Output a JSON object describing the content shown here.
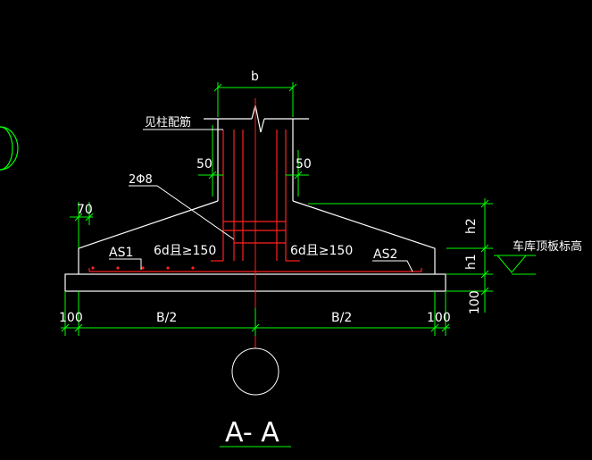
{
  "colors": {
    "background": "#000000",
    "outline": "#ffffff",
    "dimension": "#00ff00",
    "rebar": "#ff2020",
    "leader": "#ffffff"
  },
  "labels": {
    "column_width": "b",
    "column_rebar_note": "见柱配筋",
    "offset_left": "50",
    "offset_right": "50",
    "stirrup": "2Φ8",
    "edge_70": "70",
    "as1": "AS1",
    "as2": "AS2",
    "anchor_left": "6d且≥150",
    "anchor_right": "6d且≥150",
    "garage_floor_level": "车库顶板标高",
    "h2": "h2",
    "h1": "h1",
    "dim_100_right": "100",
    "dim_100_left": "100",
    "half_b_left": "B/2",
    "half_b_right": "B/2",
    "dim_100_bottom_right": "100",
    "section_title": "A- A"
  }
}
